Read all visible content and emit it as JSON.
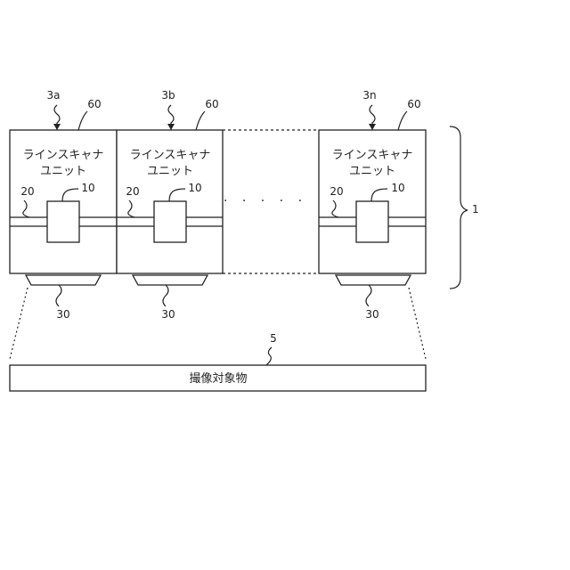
{
  "units": [
    {
      "id": "3a",
      "ref_unit": "3a",
      "ref_housing": "60",
      "ref_sensor": "10",
      "ref_board": "20",
      "ref_lens": "30",
      "label_line1": "ラインスキャナ",
      "label_line2": "ユニット"
    },
    {
      "id": "3b",
      "ref_unit": "3b",
      "ref_housing": "60",
      "ref_sensor": "10",
      "ref_board": "20",
      "ref_lens": "30",
      "label_line1": "ラインスキャナ",
      "label_line2": "ユニット"
    },
    {
      "id": "3n",
      "ref_unit": "3n",
      "ref_housing": "60",
      "ref_sensor": "10",
      "ref_board": "20",
      "ref_lens": "30",
      "label_line1": "ラインスキャナ",
      "label_line2": "ユニット"
    }
  ],
  "ellipsis": ". . . . .",
  "group_ref": "1",
  "target": {
    "ref": "5",
    "label": "撮像対象物"
  }
}
